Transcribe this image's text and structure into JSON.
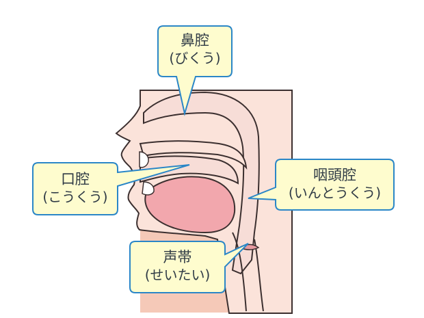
{
  "colors": {
    "callout_fill": "#fefcce",
    "callout_border": "#2a86c7",
    "skin_background": "#f5c9b8",
    "face_skin": "#fbe3da",
    "cavity_fill": "#f7ddd7",
    "tongue": "#f2a7ad",
    "outline": "#3b2f2f",
    "label_text": "#2f3a45"
  },
  "labels": {
    "nasal_cavity": {
      "term": "鼻腔",
      "reading": "(びくう)"
    },
    "oral_cavity": {
      "term": "口腔",
      "reading": "(こうくう)"
    },
    "pharyngeal_cavity": {
      "term": "咽頭腔",
      "reading": "(いんとうくう)"
    },
    "vocal_cords": {
      "term": "声帯",
      "reading": "(せいたい)"
    }
  }
}
